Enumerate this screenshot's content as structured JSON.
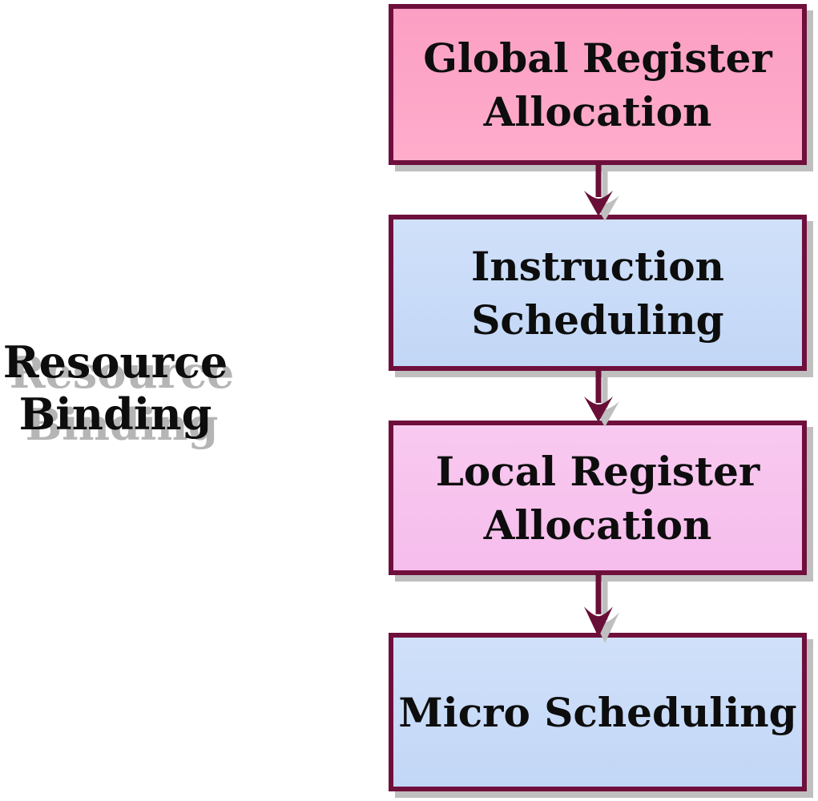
{
  "side_label": {
    "text": "Resource\nBinding"
  },
  "flow_boxes": [
    {
      "name": "global-register-allocation",
      "label": "Global Register\nAllocation",
      "variant": "pink"
    },
    {
      "name": "instruction-scheduling",
      "label": "Instruction\nScheduling",
      "variant": "blue"
    },
    {
      "name": "local-register-allocation",
      "label": "Local Register\nAllocation",
      "variant": "lavender"
    },
    {
      "name": "micro-scheduling",
      "label": "Micro Scheduling",
      "variant": "blue"
    }
  ],
  "connectors": [
    {
      "name": "arrow-global-to-instruction",
      "direction": "down"
    },
    {
      "name": "arrow-instruction-to-local",
      "direction": "down"
    },
    {
      "name": "arrow-local-to-micro",
      "direction": "down"
    }
  ],
  "colors": {
    "border": "#6f0f3c",
    "arrow": "#690f37",
    "shadow": "#bfbfbf",
    "text": "#0d0d0d",
    "label_shadow": "#b5b5b5",
    "pink_top": "#fb9fc3",
    "pink_bottom": "#ffaccb",
    "blue_top": "#d0e0fa",
    "blue_bottom": "#c2d7f6",
    "lavender_top": "#f8c9f0",
    "lavender_bottom": "#f6bdec",
    "background": "#ffffff"
  }
}
